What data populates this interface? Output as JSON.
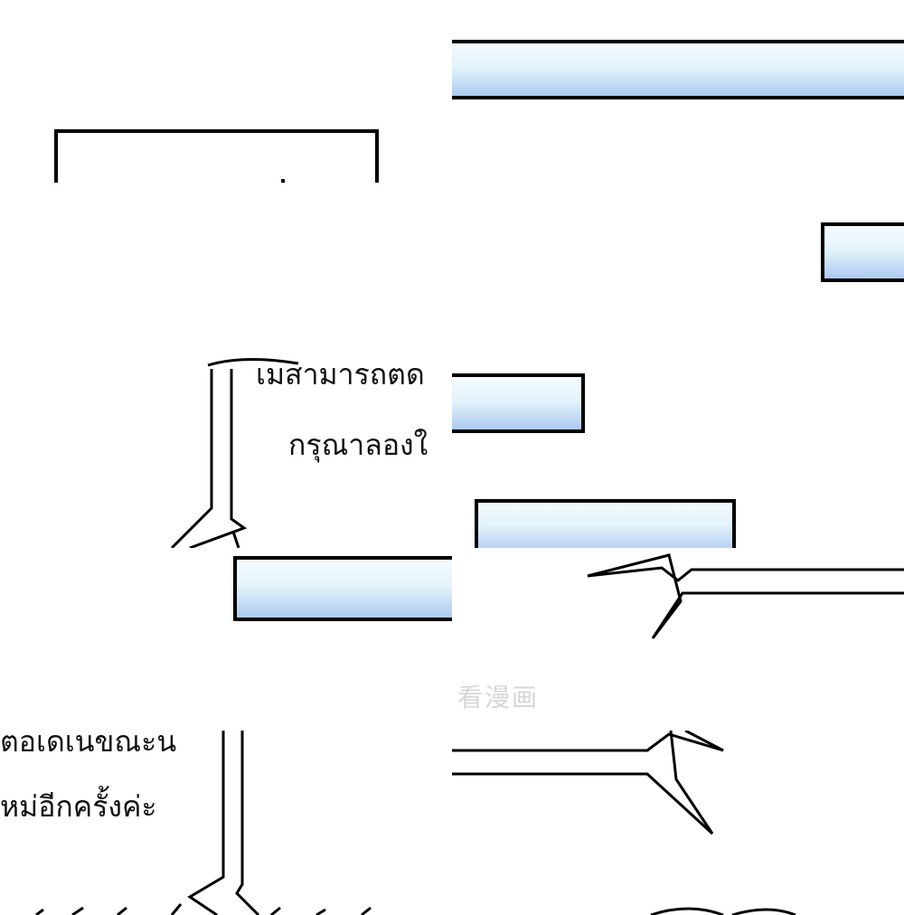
{
  "speech_bubble": {
    "line1_left": "เมสามารถตด",
    "line2_left": "กรุณาลองใ",
    "line1_right": "ตอเดเนขณะน",
    "line2_right": "หม่อีกครั้งค่ะ"
  },
  "watermark": "看漫画",
  "colors": {
    "panel_fill_top": "#f4fbff",
    "panel_fill_bottom": "#a9c8f0",
    "ink": "#000000",
    "background": "#ffffff"
  }
}
